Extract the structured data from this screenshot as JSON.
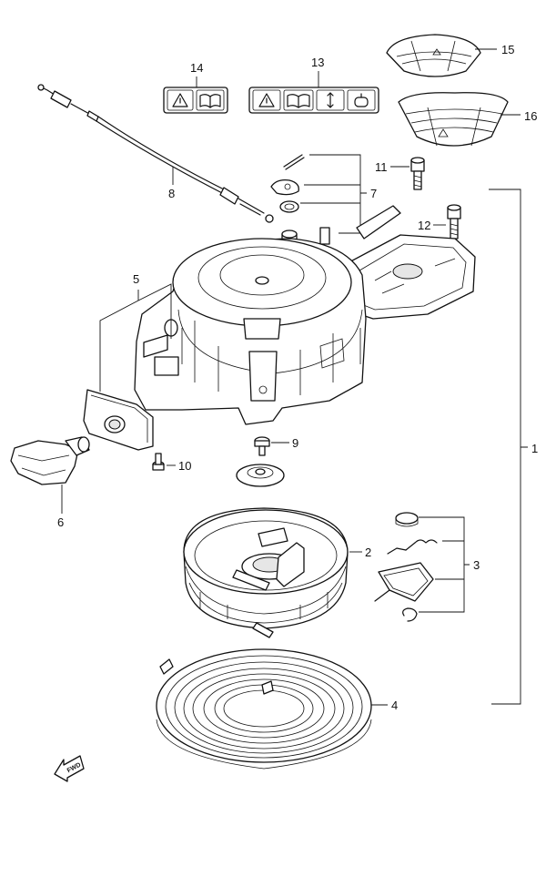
{
  "callouts": {
    "c1": "1",
    "c2": "2",
    "c3": "3",
    "c4": "4",
    "c5": "5",
    "c6": "6",
    "c7": "7",
    "c8": "8",
    "c9": "9",
    "c10": "10",
    "c11": "11",
    "c12": "12",
    "c13": "13",
    "c14": "14",
    "c15": "15",
    "c16": "16"
  },
  "badge": {
    "fwd": "FWD"
  },
  "icons": [
    "warning-triangle-icon",
    "manual-book-icon",
    "up-down-arrow-icon",
    "pull-handle-icon",
    "fwd-arrow-icon"
  ],
  "colors": {
    "line": "#111111",
    "background": "#ffffff",
    "shade": "#e6e6e6"
  }
}
